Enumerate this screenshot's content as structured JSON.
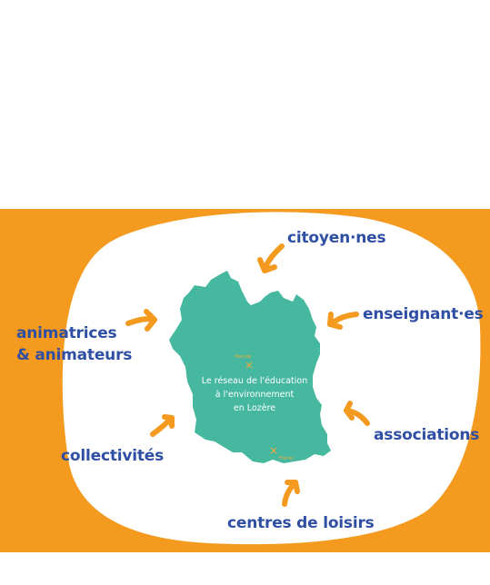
{
  "diagram": {
    "center": {
      "lines": [
        "Le réseau de l'éducation",
        "à l'environnement",
        "en Lozère"
      ]
    },
    "cities": {
      "mende": "Mende",
      "florac": "Florac"
    },
    "actors": {
      "citoyens": "citoyen·nes",
      "enseignants": "enseignant·es",
      "animateurs_line1": "animatrices",
      "animateurs_line2": "& animateurs",
      "associations": "associations",
      "collectivites": "collectivités",
      "centres": "centres de loisirs"
    },
    "colors": {
      "frame": "#f39a1f",
      "blob": "#ffffff",
      "map": "#46b8a0",
      "arrow": "#f39a1f",
      "text": "#2e4fa3"
    }
  }
}
